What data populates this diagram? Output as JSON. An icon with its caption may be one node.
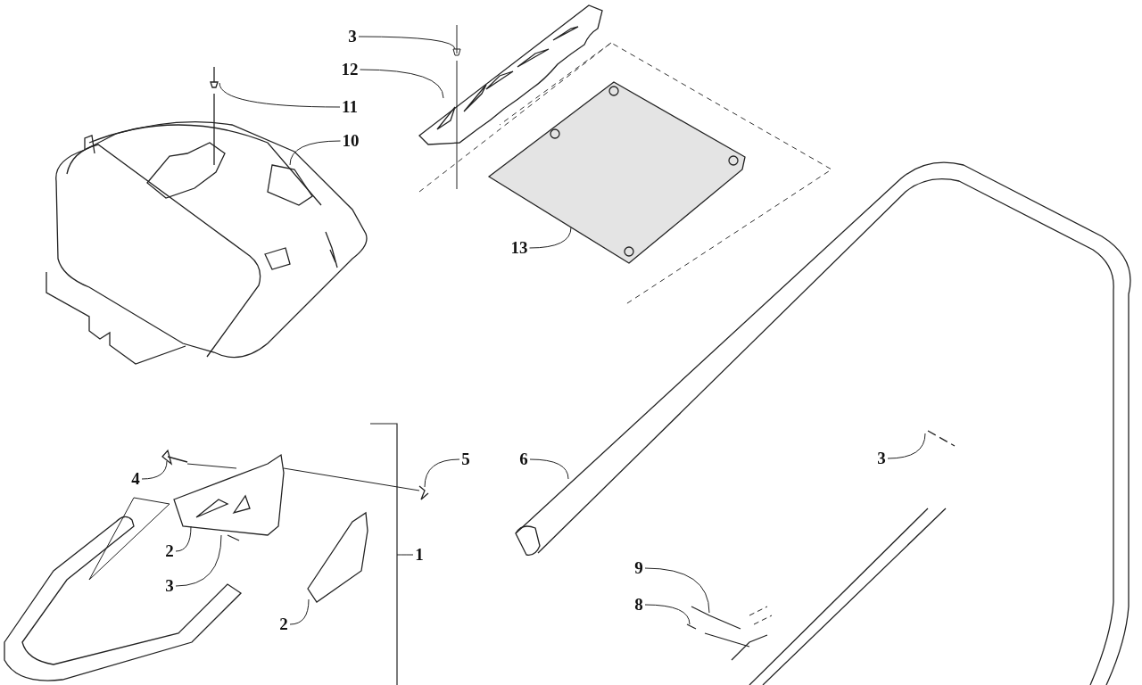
{
  "diagram": {
    "nodes": [
      {
        "text": [
          "3"
        ]
      },
      {
        "text": [
          "12"
        ]
      },
      {
        "text": [
          "11"
        ]
      },
      {
        "text": [
          "10"
        ]
      },
      {
        "text": [
          "13"
        ]
      },
      {
        "text": [
          "5"
        ]
      },
      {
        "text": [
          "6"
        ]
      },
      {
        "text": [
          "3"
        ]
      },
      {
        "text": [
          "4"
        ]
      },
      {
        "text": [
          "2"
        ]
      },
      {
        "text": [
          "1"
        ]
      },
      {
        "text": [
          "3"
        ]
      },
      {
        "text": [
          "9"
        ]
      },
      {
        "text": [
          "8"
        ]
      },
      {
        "text": [
          "2"
        ]
      },
      {
        "text": [],
        "shape": "picture"
      }
    ],
    "edges": [
      {
        "from": 0,
        "to": null,
        "arrow": "none"
      },
      {
        "from": 1,
        "to": null,
        "arrow": "none"
      },
      {
        "from": 2,
        "to": null,
        "arrow": "none"
      },
      {
        "from": 3,
        "to": null,
        "arrow": "none"
      },
      {
        "from": 4,
        "to": null,
        "arrow": "none"
      },
      {
        "from": 5,
        "to": 15,
        "arrow": "none"
      },
      {
        "from": 6,
        "to": null,
        "arrow": "none"
      },
      {
        "from": 7,
        "to": null,
        "arrow": "none"
      },
      {
        "from": 8,
        "to": null,
        "arrow": "none"
      },
      {
        "from": 9,
        "to": null,
        "arrow": "none"
      },
      {
        "from": 10,
        "to": null,
        "arrow": "none"
      },
      {
        "from": 11,
        "to": null,
        "arrow": "none"
      },
      {
        "from": 12,
        "to": null,
        "arrow": "none"
      },
      {
        "from": 13,
        "to": null,
        "arrow": "none"
      },
      {
        "from": 14,
        "to": null,
        "arrow": "none"
      }
    ]
  }
}
